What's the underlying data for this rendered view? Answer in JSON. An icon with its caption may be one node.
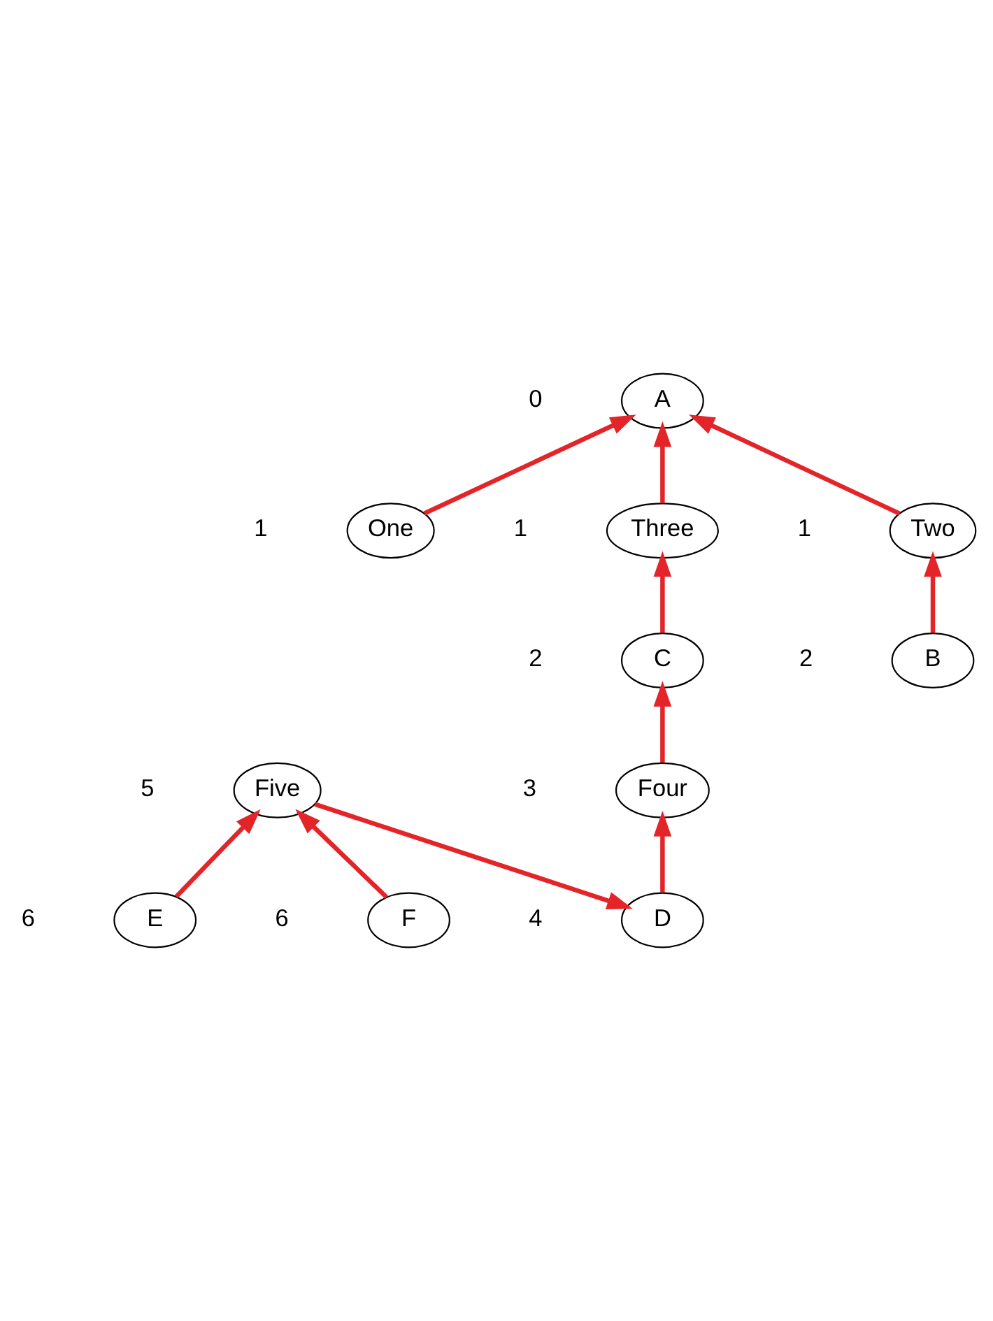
{
  "diagram": {
    "nodes": [
      {
        "text": [
          "A"
        ],
        "beside": [
          "0"
        ]
      },
      {
        "text": [
          "One"
        ],
        "beside": [
          "1"
        ]
      },
      {
        "text": [
          "Three"
        ],
        "beside": [
          "1"
        ]
      },
      {
        "text": [
          "Two"
        ],
        "beside": [
          "1"
        ]
      },
      {
        "text": [
          "C"
        ],
        "beside": [
          "2"
        ]
      },
      {
        "text": [
          "B"
        ],
        "beside": [
          "2"
        ]
      },
      {
        "text": [
          "Four"
        ],
        "beside": [
          "3"
        ]
      },
      {
        "text": [
          "Five"
        ],
        "beside": [
          "5"
        ]
      },
      {
        "text": [
          "D"
        ],
        "beside": [
          "4"
        ]
      },
      {
        "text": [
          "E"
        ],
        "beside": [
          "6"
        ]
      },
      {
        "text": [
          "F"
        ],
        "beside": [
          "6"
        ]
      }
    ],
    "edges": [
      {
        "from": 1,
        "to": 0,
        "arrow": "to"
      },
      {
        "from": 2,
        "to": 0,
        "arrow": "to"
      },
      {
        "from": 3,
        "to": 0,
        "arrow": "to"
      },
      {
        "from": 4,
        "to": 2,
        "arrow": "to"
      },
      {
        "from": 5,
        "to": 3,
        "arrow": "to"
      },
      {
        "from": 6,
        "to": 4,
        "arrow": "to"
      },
      {
        "from": 8,
        "to": 6,
        "arrow": "to"
      },
      {
        "from": 7,
        "to": 8,
        "arrow": "to"
      },
      {
        "from": 9,
        "to": 7,
        "arrow": "to"
      },
      {
        "from": 10,
        "to": 7,
        "arrow": "to"
      }
    ]
  }
}
